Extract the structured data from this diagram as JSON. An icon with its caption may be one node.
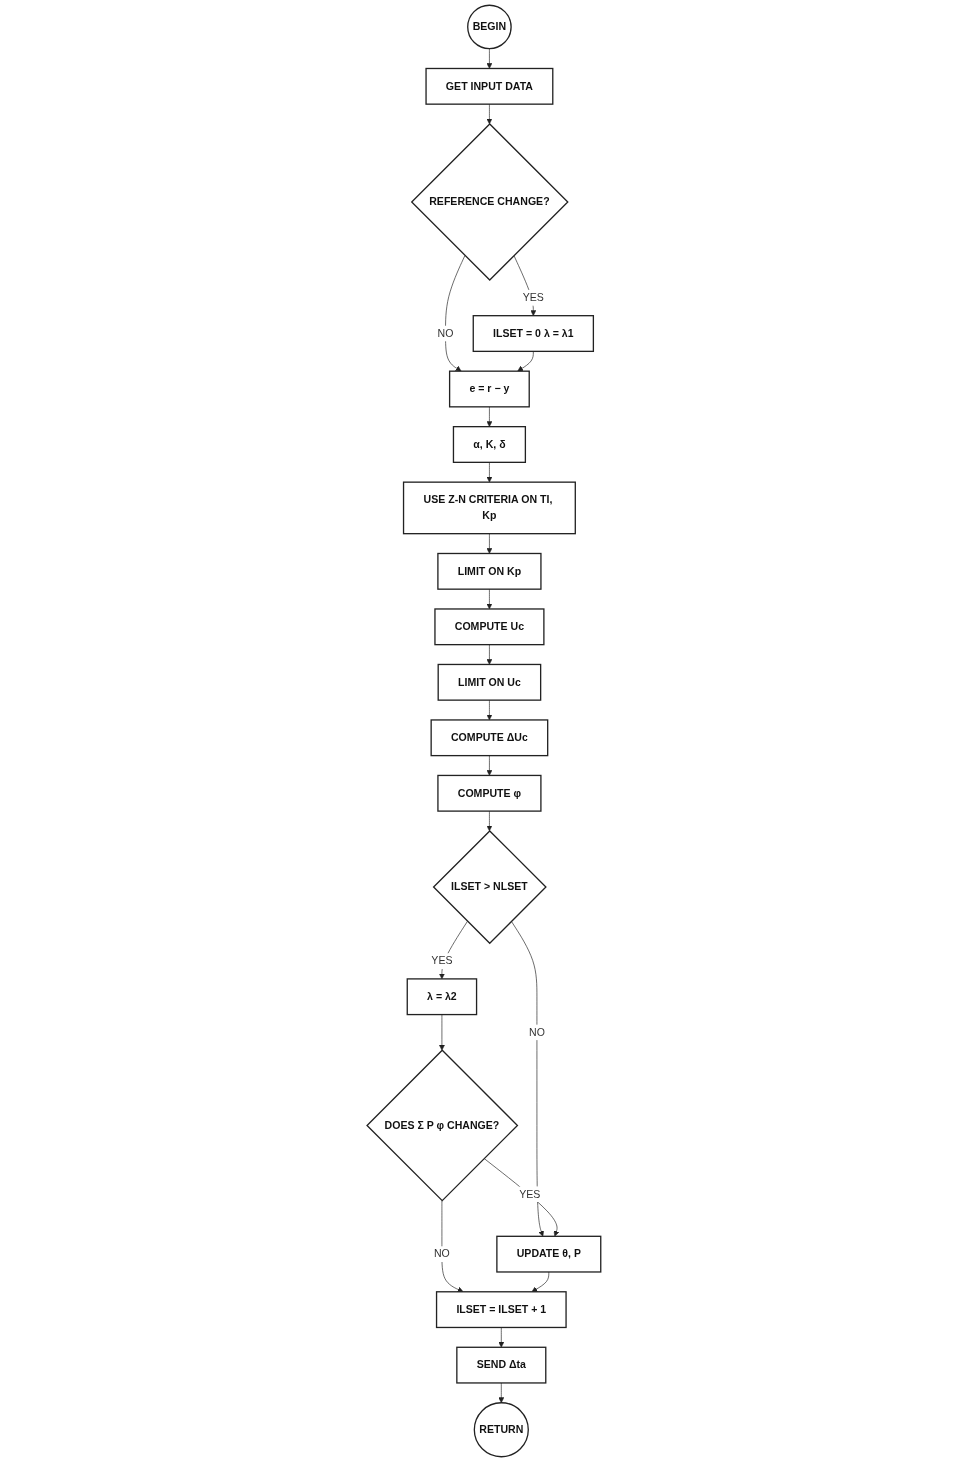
{
  "diagram": {
    "nodes": [
      {
        "text": [
          "BEGIN"
        ]
      },
      {
        "text": [
          "GET INPUT DATA"
        ]
      },
      {
        "text": [
          "REFERENCE CHANGE?"
        ]
      },
      {
        "text": [
          "ILSET = 0 λ = λ1"
        ]
      },
      {
        "text": [
          "e = r − y"
        ]
      },
      {
        "text": [
          "α, K, δ"
        ]
      },
      {
        "text": [
          "USE Z-N CRITERIA ON TI, Kp"
        ]
      },
      {
        "text": [
          "LIMIT ON Kp"
        ]
      },
      {
        "text": [
          "COMPUTE Uc"
        ]
      },
      {
        "text": [
          "LIMIT ON Uc"
        ]
      },
      {
        "text": [
          "COMPUTE ΔUc"
        ]
      },
      {
        "text": [
          "COMPUTE φ"
        ]
      },
      {
        "text": [
          "ILSET > NLSET"
        ]
      },
      {
        "text": [
          "λ = λ2"
        ]
      },
      {
        "text": [
          "DOES Σ P φ CHANGE?"
        ]
      },
      {
        "text": [
          "UPDATE θ, P"
        ]
      },
      {
        "text": [
          "ILSET = ILSET + 1"
        ]
      },
      {
        "text": [
          "SEND Δta"
        ]
      },
      {
        "text": [
          "RETURN"
        ]
      }
    ],
    "edges": [
      {
        "from": 0,
        "to": 1,
        "arrow": "to"
      },
      {
        "from": 1,
        "to": 2,
        "arrow": "to"
      },
      {
        "from": 2,
        "to": 3,
        "arrow": "to",
        "label": "YES"
      },
      {
        "from": 2,
        "to": 4,
        "arrow": "to",
        "label": "NO"
      },
      {
        "from": 3,
        "to": 4,
        "arrow": "to"
      },
      {
        "from": 4,
        "to": 5,
        "arrow": "to"
      },
      {
        "from": 5,
        "to": 6,
        "arrow": "to"
      },
      {
        "from": 6,
        "to": 7,
        "arrow": "to"
      },
      {
        "from": 7,
        "to": 8,
        "arrow": "to"
      },
      {
        "from": 8,
        "to": 9,
        "arrow": "to"
      },
      {
        "from": 9,
        "to": 10,
        "arrow": "to"
      },
      {
        "from": 10,
        "to": 11,
        "arrow": "to"
      },
      {
        "from": 11,
        "to": 12,
        "arrow": "to"
      },
      {
        "from": 12,
        "to": 13,
        "arrow": "to",
        "label": "YES"
      },
      {
        "from": 12,
        "to": 15,
        "arrow": "to",
        "label": "NO"
      },
      {
        "from": 13,
        "to": 14,
        "arrow": "to"
      },
      {
        "from": 14,
        "to": 15,
        "arrow": "to",
        "label": "YES"
      },
      {
        "from": 14,
        "to": 16,
        "arrow": "to",
        "label": "NO"
      },
      {
        "from": 15,
        "to": 16,
        "arrow": "to"
      },
      {
        "from": 16,
        "to": 17,
        "arrow": "to"
      },
      {
        "from": 17,
        "to": 18,
        "arrow": "to"
      }
    ]
  }
}
